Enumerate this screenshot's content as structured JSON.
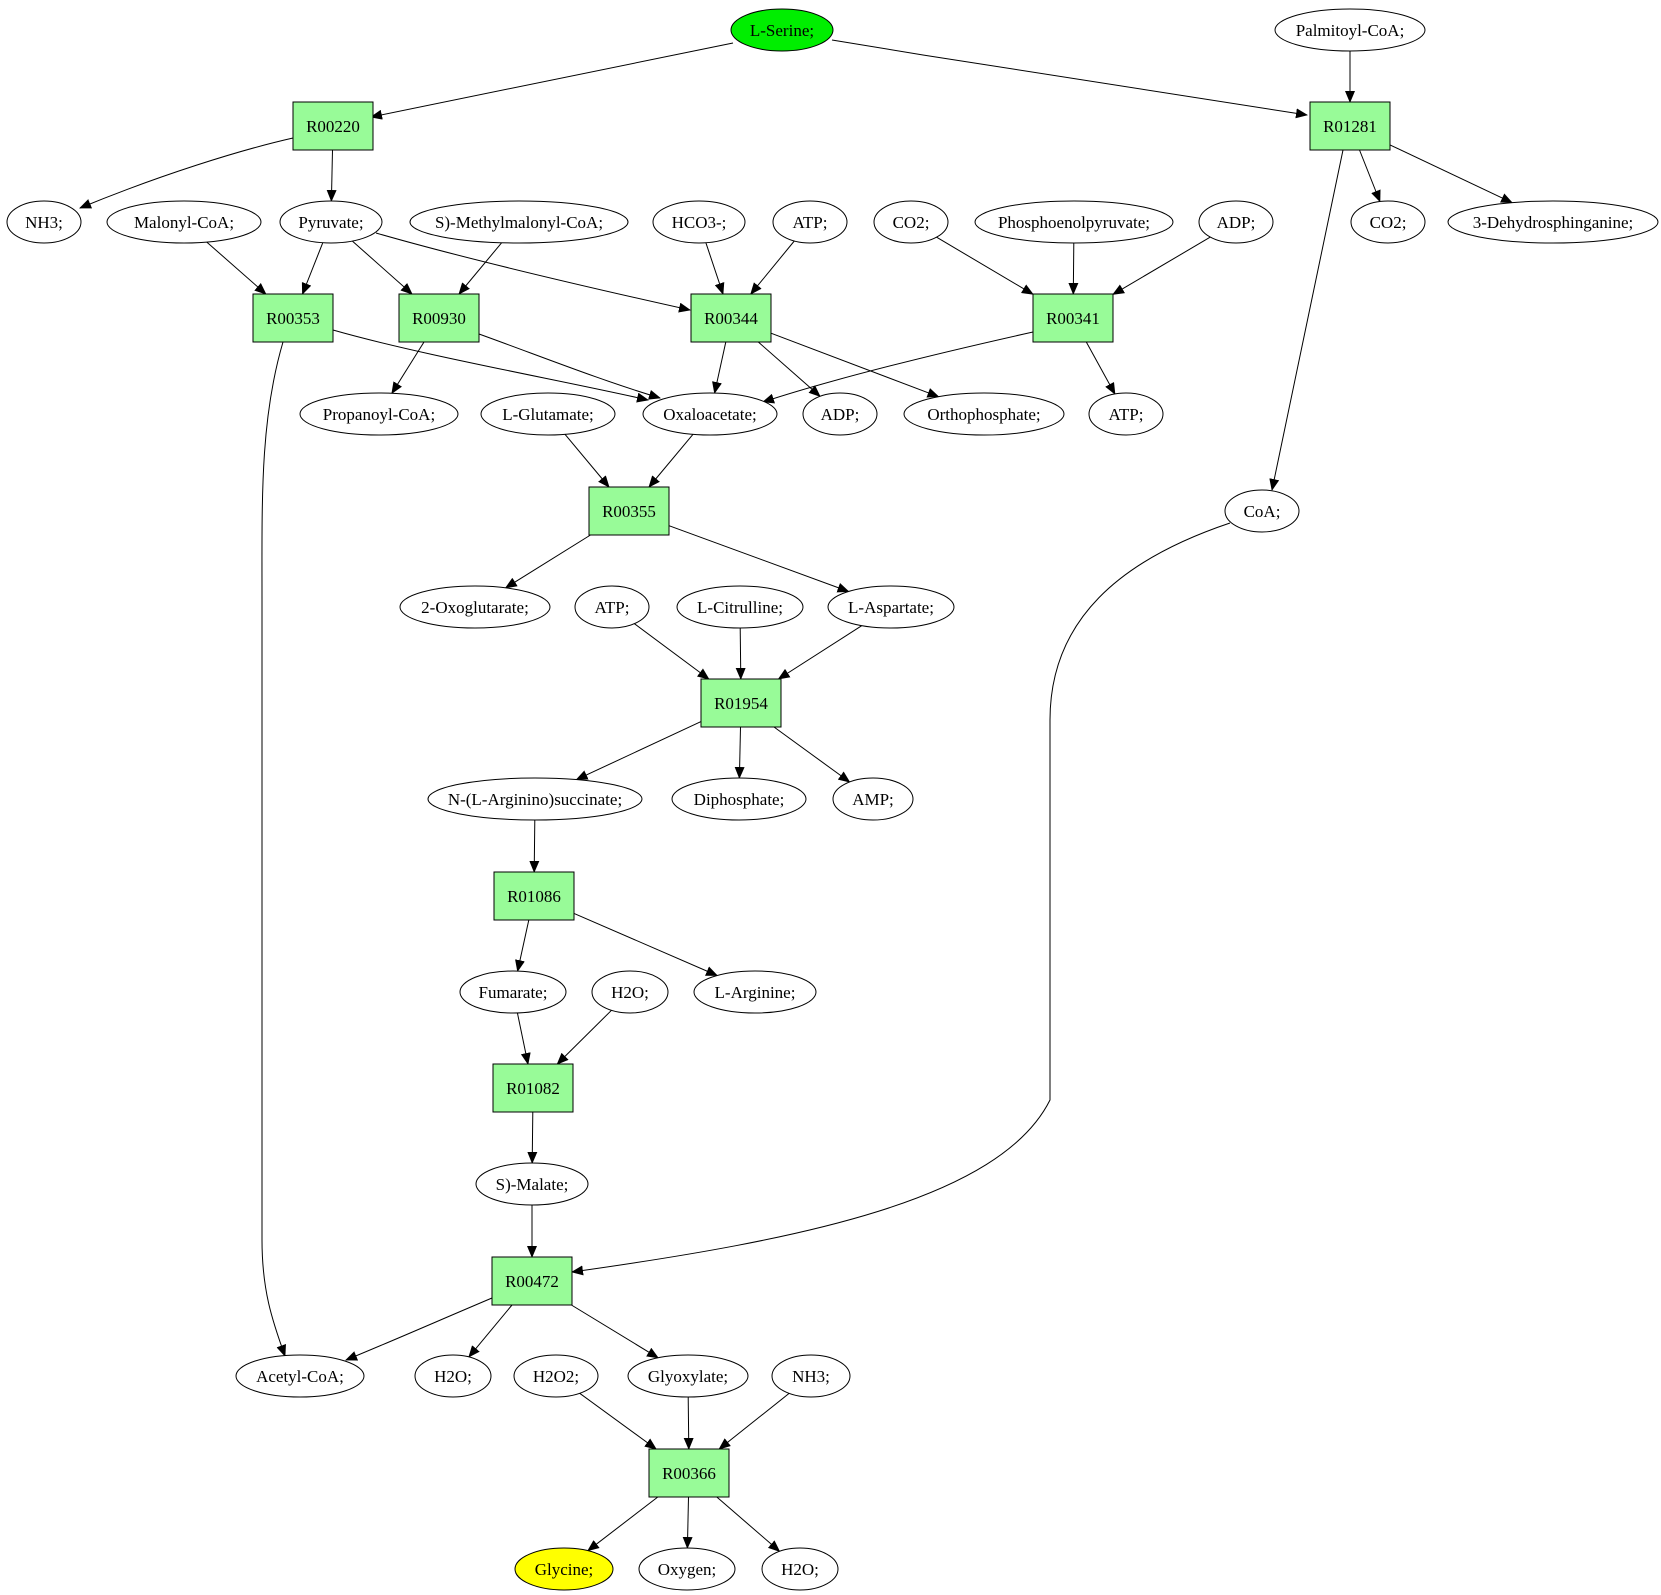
{
  "colors": {
    "background": "#ffffff",
    "reaction_fill": "#98fb98",
    "compound_fill": "#ffffff",
    "start_fill": "#00ee00",
    "end_fill": "#ffff00",
    "stroke": "#000000"
  },
  "reactions": [
    {
      "id": "r_R00220",
      "label": "R00220"
    },
    {
      "id": "r_R01281",
      "label": "R01281"
    },
    {
      "id": "r_R00353",
      "label": "R00353"
    },
    {
      "id": "r_R00930",
      "label": "R00930"
    },
    {
      "id": "r_R00344",
      "label": "R00344"
    },
    {
      "id": "r_R00341",
      "label": "R00341"
    },
    {
      "id": "r_R00355",
      "label": "R00355"
    },
    {
      "id": "r_R01954",
      "label": "R01954"
    },
    {
      "id": "r_R01086",
      "label": "R01086"
    },
    {
      "id": "r_R01082",
      "label": "R01082"
    },
    {
      "id": "r_R00472",
      "label": "R00472"
    },
    {
      "id": "r_R00366",
      "label": "R00366"
    }
  ],
  "compounds": [
    {
      "id": "c_serine",
      "label": "L-Serine;",
      "role": "start"
    },
    {
      "id": "c_palmitoyl",
      "label": "Palmitoyl-CoA;"
    },
    {
      "id": "c_nh3_a",
      "label": "NH3;"
    },
    {
      "id": "c_malonyl",
      "label": "Malonyl-CoA;"
    },
    {
      "id": "c_pyruvate",
      "label": "Pyruvate;"
    },
    {
      "id": "c_methylmalonyl",
      "label": "S)-Methylmalonyl-CoA;"
    },
    {
      "id": "c_hco3",
      "label": "HCO3-;"
    },
    {
      "id": "c_atp_a",
      "label": "ATP;"
    },
    {
      "id": "c_co2_a",
      "label": "CO2;"
    },
    {
      "id": "c_pep",
      "label": "Phosphoenolpyruvate;"
    },
    {
      "id": "c_adp_a",
      "label": "ADP;"
    },
    {
      "id": "c_co2_b",
      "label": "CO2;"
    },
    {
      "id": "c_dehydro",
      "label": "3-Dehydrosphinganine;"
    },
    {
      "id": "c_propanoyl",
      "label": "Propanoyl-CoA;"
    },
    {
      "id": "c_glutamate",
      "label": "L-Glutamate;"
    },
    {
      "id": "c_oxaloacetate",
      "label": "Oxaloacetate;"
    },
    {
      "id": "c_adp_b",
      "label": "ADP;"
    },
    {
      "id": "c_orthophosphate",
      "label": "Orthophosphate;"
    },
    {
      "id": "c_atp_b",
      "label": "ATP;"
    },
    {
      "id": "c_coa",
      "label": "CoA;"
    },
    {
      "id": "c_oxoglutarate",
      "label": "2-Oxoglutarate;"
    },
    {
      "id": "c_atp_c",
      "label": "ATP;"
    },
    {
      "id": "c_citrulline",
      "label": "L-Citrulline;"
    },
    {
      "id": "c_aspartate",
      "label": "L-Aspartate;"
    },
    {
      "id": "c_arginosucc",
      "label": "N-(L-Arginino)succinate;"
    },
    {
      "id": "c_diphosphate",
      "label": "Diphosphate;"
    },
    {
      "id": "c_amp",
      "label": "AMP;"
    },
    {
      "id": "c_fumarate",
      "label": "Fumarate;"
    },
    {
      "id": "c_h2o_a",
      "label": "H2O;"
    },
    {
      "id": "c_arginine",
      "label": "L-Arginine;"
    },
    {
      "id": "c_malate",
      "label": "S)-Malate;"
    },
    {
      "id": "c_acetylcoa",
      "label": "Acetyl-CoA;"
    },
    {
      "id": "c_h2o_b",
      "label": "H2O;"
    },
    {
      "id": "c_h2o2",
      "label": "H2O2;"
    },
    {
      "id": "c_glyoxylate",
      "label": "Glyoxylate;"
    },
    {
      "id": "c_nh3_b",
      "label": "NH3;"
    },
    {
      "id": "c_glycine",
      "label": "Glycine;",
      "role": "end"
    },
    {
      "id": "c_oxygen",
      "label": "Oxygen;"
    },
    {
      "id": "c_h2o_c",
      "label": "H2O;"
    }
  ],
  "edges": [
    {
      "from": "c_serine",
      "to": "r_R00220"
    },
    {
      "from": "c_serine",
      "to": "r_R01281"
    },
    {
      "from": "c_palmitoyl",
      "to": "r_R01281"
    },
    {
      "from": "r_R00220",
      "to": "c_nh3_a"
    },
    {
      "from": "r_R00220",
      "to": "c_pyruvate"
    },
    {
      "from": "r_R01281",
      "to": "c_co2_b"
    },
    {
      "from": "r_R01281",
      "to": "c_dehydro"
    },
    {
      "from": "r_R01281",
      "to": "c_coa"
    },
    {
      "from": "c_malonyl",
      "to": "r_R00353"
    },
    {
      "from": "c_pyruvate",
      "to": "r_R00353"
    },
    {
      "from": "c_pyruvate",
      "to": "r_R00930"
    },
    {
      "from": "c_pyruvate",
      "to": "r_R00344"
    },
    {
      "from": "c_methylmalonyl",
      "to": "r_R00930"
    },
    {
      "from": "c_hco3",
      "to": "r_R00344"
    },
    {
      "from": "c_atp_a",
      "to": "r_R00344"
    },
    {
      "from": "c_co2_a",
      "to": "r_R00341"
    },
    {
      "from": "c_pep",
      "to": "r_R00341"
    },
    {
      "from": "c_adp_a",
      "to": "r_R00341"
    },
    {
      "from": "r_R00353",
      "to": "c_oxaloacetate"
    },
    {
      "from": "r_R00353",
      "to": "c_acetylcoa"
    },
    {
      "from": "r_R00930",
      "to": "c_propanoyl"
    },
    {
      "from": "r_R00930",
      "to": "c_oxaloacetate"
    },
    {
      "from": "r_R00344",
      "to": "c_oxaloacetate"
    },
    {
      "from": "r_R00344",
      "to": "c_adp_b"
    },
    {
      "from": "r_R00344",
      "to": "c_orthophosphate"
    },
    {
      "from": "r_R00341",
      "to": "c_oxaloacetate"
    },
    {
      "from": "r_R00341",
      "to": "c_atp_b"
    },
    {
      "from": "c_glutamate",
      "to": "r_R00355"
    },
    {
      "from": "c_oxaloacetate",
      "to": "r_R00355"
    },
    {
      "from": "r_R00355",
      "to": "c_oxoglutarate"
    },
    {
      "from": "r_R00355",
      "to": "c_aspartate"
    },
    {
      "from": "c_atp_c",
      "to": "r_R01954"
    },
    {
      "from": "c_citrulline",
      "to": "r_R01954"
    },
    {
      "from": "c_aspartate",
      "to": "r_R01954"
    },
    {
      "from": "r_R01954",
      "to": "c_arginosucc"
    },
    {
      "from": "r_R01954",
      "to": "c_diphosphate"
    },
    {
      "from": "r_R01954",
      "to": "c_amp"
    },
    {
      "from": "c_arginosucc",
      "to": "r_R01086"
    },
    {
      "from": "r_R01086",
      "to": "c_fumarate"
    },
    {
      "from": "r_R01086",
      "to": "c_arginine"
    },
    {
      "from": "c_fumarate",
      "to": "r_R01082"
    },
    {
      "from": "c_h2o_a",
      "to": "r_R01082"
    },
    {
      "from": "r_R01082",
      "to": "c_malate"
    },
    {
      "from": "c_malate",
      "to": "r_R00472"
    },
    {
      "from": "c_coa",
      "to": "r_R00472"
    },
    {
      "from": "r_R00472",
      "to": "c_acetylcoa"
    },
    {
      "from": "r_R00472",
      "to": "c_h2o_b"
    },
    {
      "from": "r_R00472",
      "to": "c_glyoxylate"
    },
    {
      "from": "c_h2o2",
      "to": "r_R00366"
    },
    {
      "from": "c_glyoxylate",
      "to": "r_R00366"
    },
    {
      "from": "c_nh3_b",
      "to": "r_R00366"
    },
    {
      "from": "r_R00366",
      "to": "c_glycine"
    },
    {
      "from": "r_R00366",
      "to": "c_oxygen"
    },
    {
      "from": "r_R00366",
      "to": "c_h2o_c"
    }
  ]
}
